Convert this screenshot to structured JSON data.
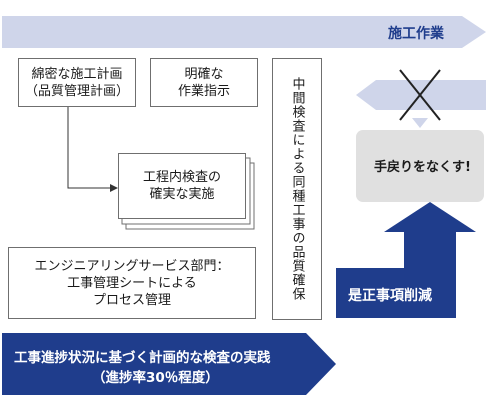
{
  "top_arrow": {
    "label": "施工作業"
  },
  "boxes": {
    "plan": "綿密な施工計画\n（品質管理計画）",
    "instruction": "明確な\n作業指示",
    "inspection": "工程内検査の\n確実な実施",
    "engineering": "エンジニアリングサービス部門：\n工事管理シートによる\nプロセス管理",
    "vertical": "中間検査による同種工事の品質確保"
  },
  "rework": {
    "label": "手戻りをなくす!"
  },
  "corrective": {
    "label": "是正事項削減"
  },
  "bottom_arrow": {
    "line1": "工事進捗状況に基づく計画的な検査の実践",
    "line2": "（進捗率30％程度）"
  },
  "colors": {
    "light_arrow": "#cfd5ea",
    "navy": "#1f3d8c",
    "gray_box": "#e0e0e0",
    "border": "#6f6f6f"
  }
}
